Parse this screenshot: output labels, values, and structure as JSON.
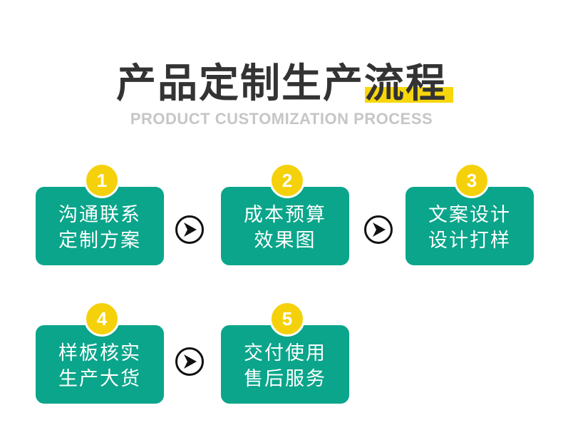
{
  "header": {
    "title": "产品定制生产流程",
    "subtitle": "PRODUCT CUSTOMIZATION PROCESS"
  },
  "colors": {
    "box": "#0aa58a",
    "badge": "#f5d10b",
    "title": "#333333",
    "subtitle": "#c6c6c6",
    "highlight": "#f7d70c"
  },
  "steps": [
    {
      "number": "1",
      "line1": "沟通联系",
      "line2": "定制方案"
    },
    {
      "number": "2",
      "line1": "成本预算",
      "line2": "效果图"
    },
    {
      "number": "3",
      "line1": "文案设计",
      "line2": "设计打样"
    },
    {
      "number": "4",
      "line1": "样板核实",
      "line2": "生产大货"
    },
    {
      "number": "5",
      "line1": "交付使用",
      "line2": "售后服务"
    }
  ],
  "connectors": [
    {
      "icon": "arrow-right-circle-icon"
    },
    {
      "icon": "arrow-right-circle-icon"
    },
    {
      "icon": "arrow-right-circle-icon"
    }
  ]
}
